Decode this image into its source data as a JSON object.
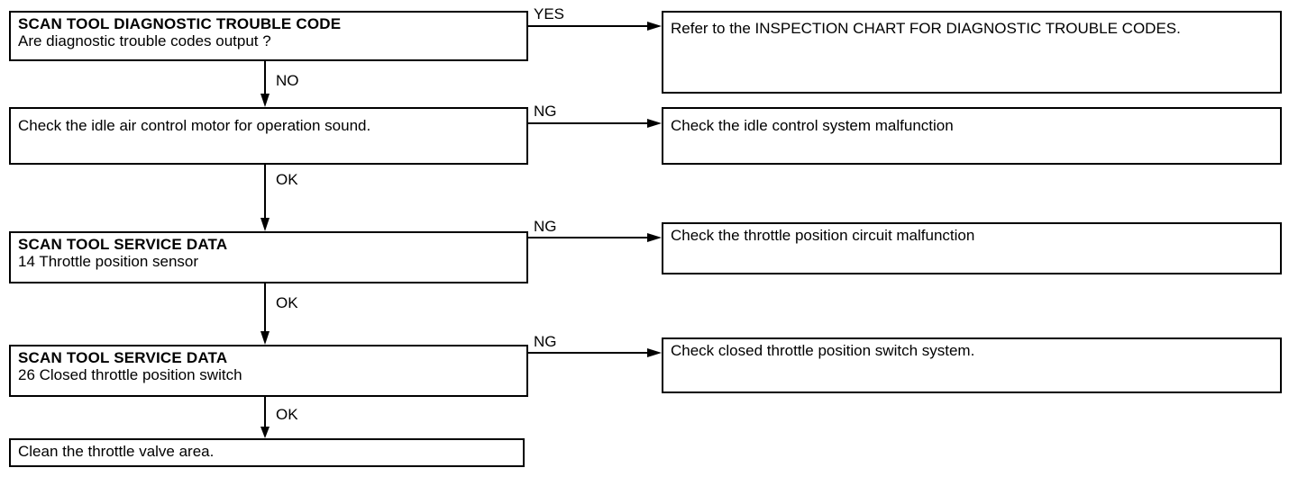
{
  "diagram": {
    "steps": [
      {
        "title": "SCAN TOOL DIAGNOSTIC TROUBLE CODE",
        "text": "Are diagnostic trouble codes output ?",
        "branch_label": "YES",
        "branch_text": "Refer to the INSPECTION CHART FOR DIAGNOSTIC TROUBLE CODES.",
        "down_label": "NO"
      },
      {
        "title": "",
        "text": "Check the idle air control motor for operation sound.",
        "branch_label": "NG",
        "branch_text": "Check the idle control system malfunction",
        "down_label": "OK"
      },
      {
        "title": "SCAN TOOL SERVICE DATA",
        "text": "14 Throttle position sensor",
        "branch_label": "NG",
        "branch_text": "Check the throttle position circuit malfunction",
        "down_label": "OK"
      },
      {
        "title": "SCAN TOOL SERVICE DATA",
        "text": "26 Closed throttle position switch",
        "branch_label": "NG",
        "branch_text": "Check closed throttle position switch system.",
        "down_label": "OK"
      }
    ],
    "final_step": {
      "text": "Clean the throttle valve area."
    }
  }
}
